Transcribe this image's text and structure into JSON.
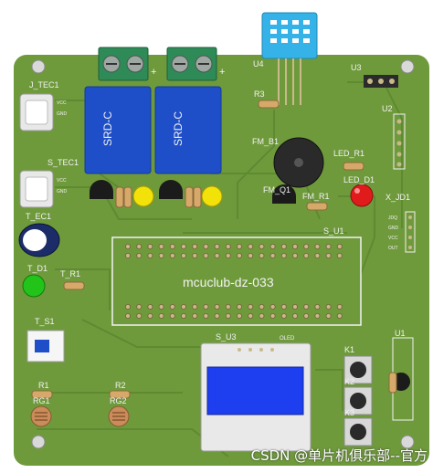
{
  "board": {
    "title": "mcuclub-dz-033",
    "colors": {
      "pcb": "#6f9a3c",
      "pcb_dark": "#5b8530",
      "silk": "#f2f2f2",
      "copper": "#c9b98a",
      "relay": "#1e4fc8",
      "terminal": "#2e8b57",
      "led_yellow": "#f2e20a",
      "led_red": "#e11b1b",
      "led_green": "#22c41a",
      "oled_screen": "#1d3ff0",
      "dht": "#35b3e8"
    }
  },
  "labels": {
    "j_tec1": "J_TEC1",
    "s_tec1": "S_TEC1",
    "t_ec1": "T_EC1",
    "t_d1": "T_D1",
    "t_r1": "T_R1",
    "t_s1": "T_S1",
    "r1": "R1",
    "rg1": "RG1",
    "r2": "R2",
    "rg2": "RG2",
    "relay1": "SRD-C",
    "relay2": "SRD-C",
    "u4": "U4",
    "u3": "U3",
    "u2": "U2",
    "r3": "R3",
    "fm_b1": "FM_B1",
    "led_r1": "LED_R1",
    "led_d1": "LED_D1",
    "fm_q1": "FM_Q1",
    "fm_r1": "FM_R1",
    "x_jd1": "X_JD1",
    "s_u1": "S_U1",
    "s_u3": "S_U3",
    "oled": "OLED",
    "u1": "U1",
    "k1": "K1",
    "k2": "K2",
    "k3": "K3",
    "vcc": "VCC",
    "gnd": "GND",
    "plus": "+"
  },
  "x_jd_pins": [
    "JDQ",
    "GND",
    "VCC",
    "OUT"
  ],
  "watermark": "CSDN @单片机俱乐部--官方"
}
